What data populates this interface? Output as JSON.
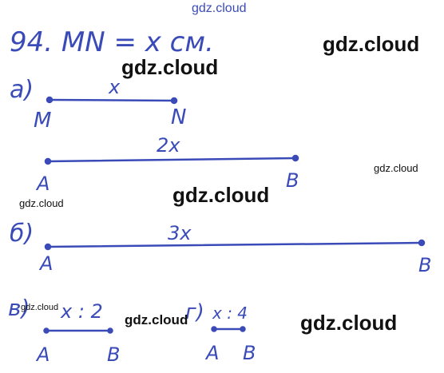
{
  "problem": {
    "header": "94. MN = x см."
  },
  "part_a": {
    "label": "а)",
    "seg1": {
      "length_label": "x",
      "start": "M",
      "end": "N"
    },
    "seg2": {
      "length_label": "2x",
      "start": "A",
      "end": "B"
    }
  },
  "part_b": {
    "label": "б)",
    "seg": {
      "length_label": "3x",
      "start": "A",
      "end": "B"
    }
  },
  "part_v": {
    "label": "в)",
    "seg": {
      "length_label": "x : 2",
      "start": "A",
      "end": "B"
    }
  },
  "part_g": {
    "label": "г)",
    "seg": {
      "length_label": "x : 4",
      "start": "A",
      "end": "B"
    }
  },
  "watermark": "gdz.cloud",
  "colors": {
    "ink": "#3a4bb8",
    "watermark": "#111111"
  }
}
